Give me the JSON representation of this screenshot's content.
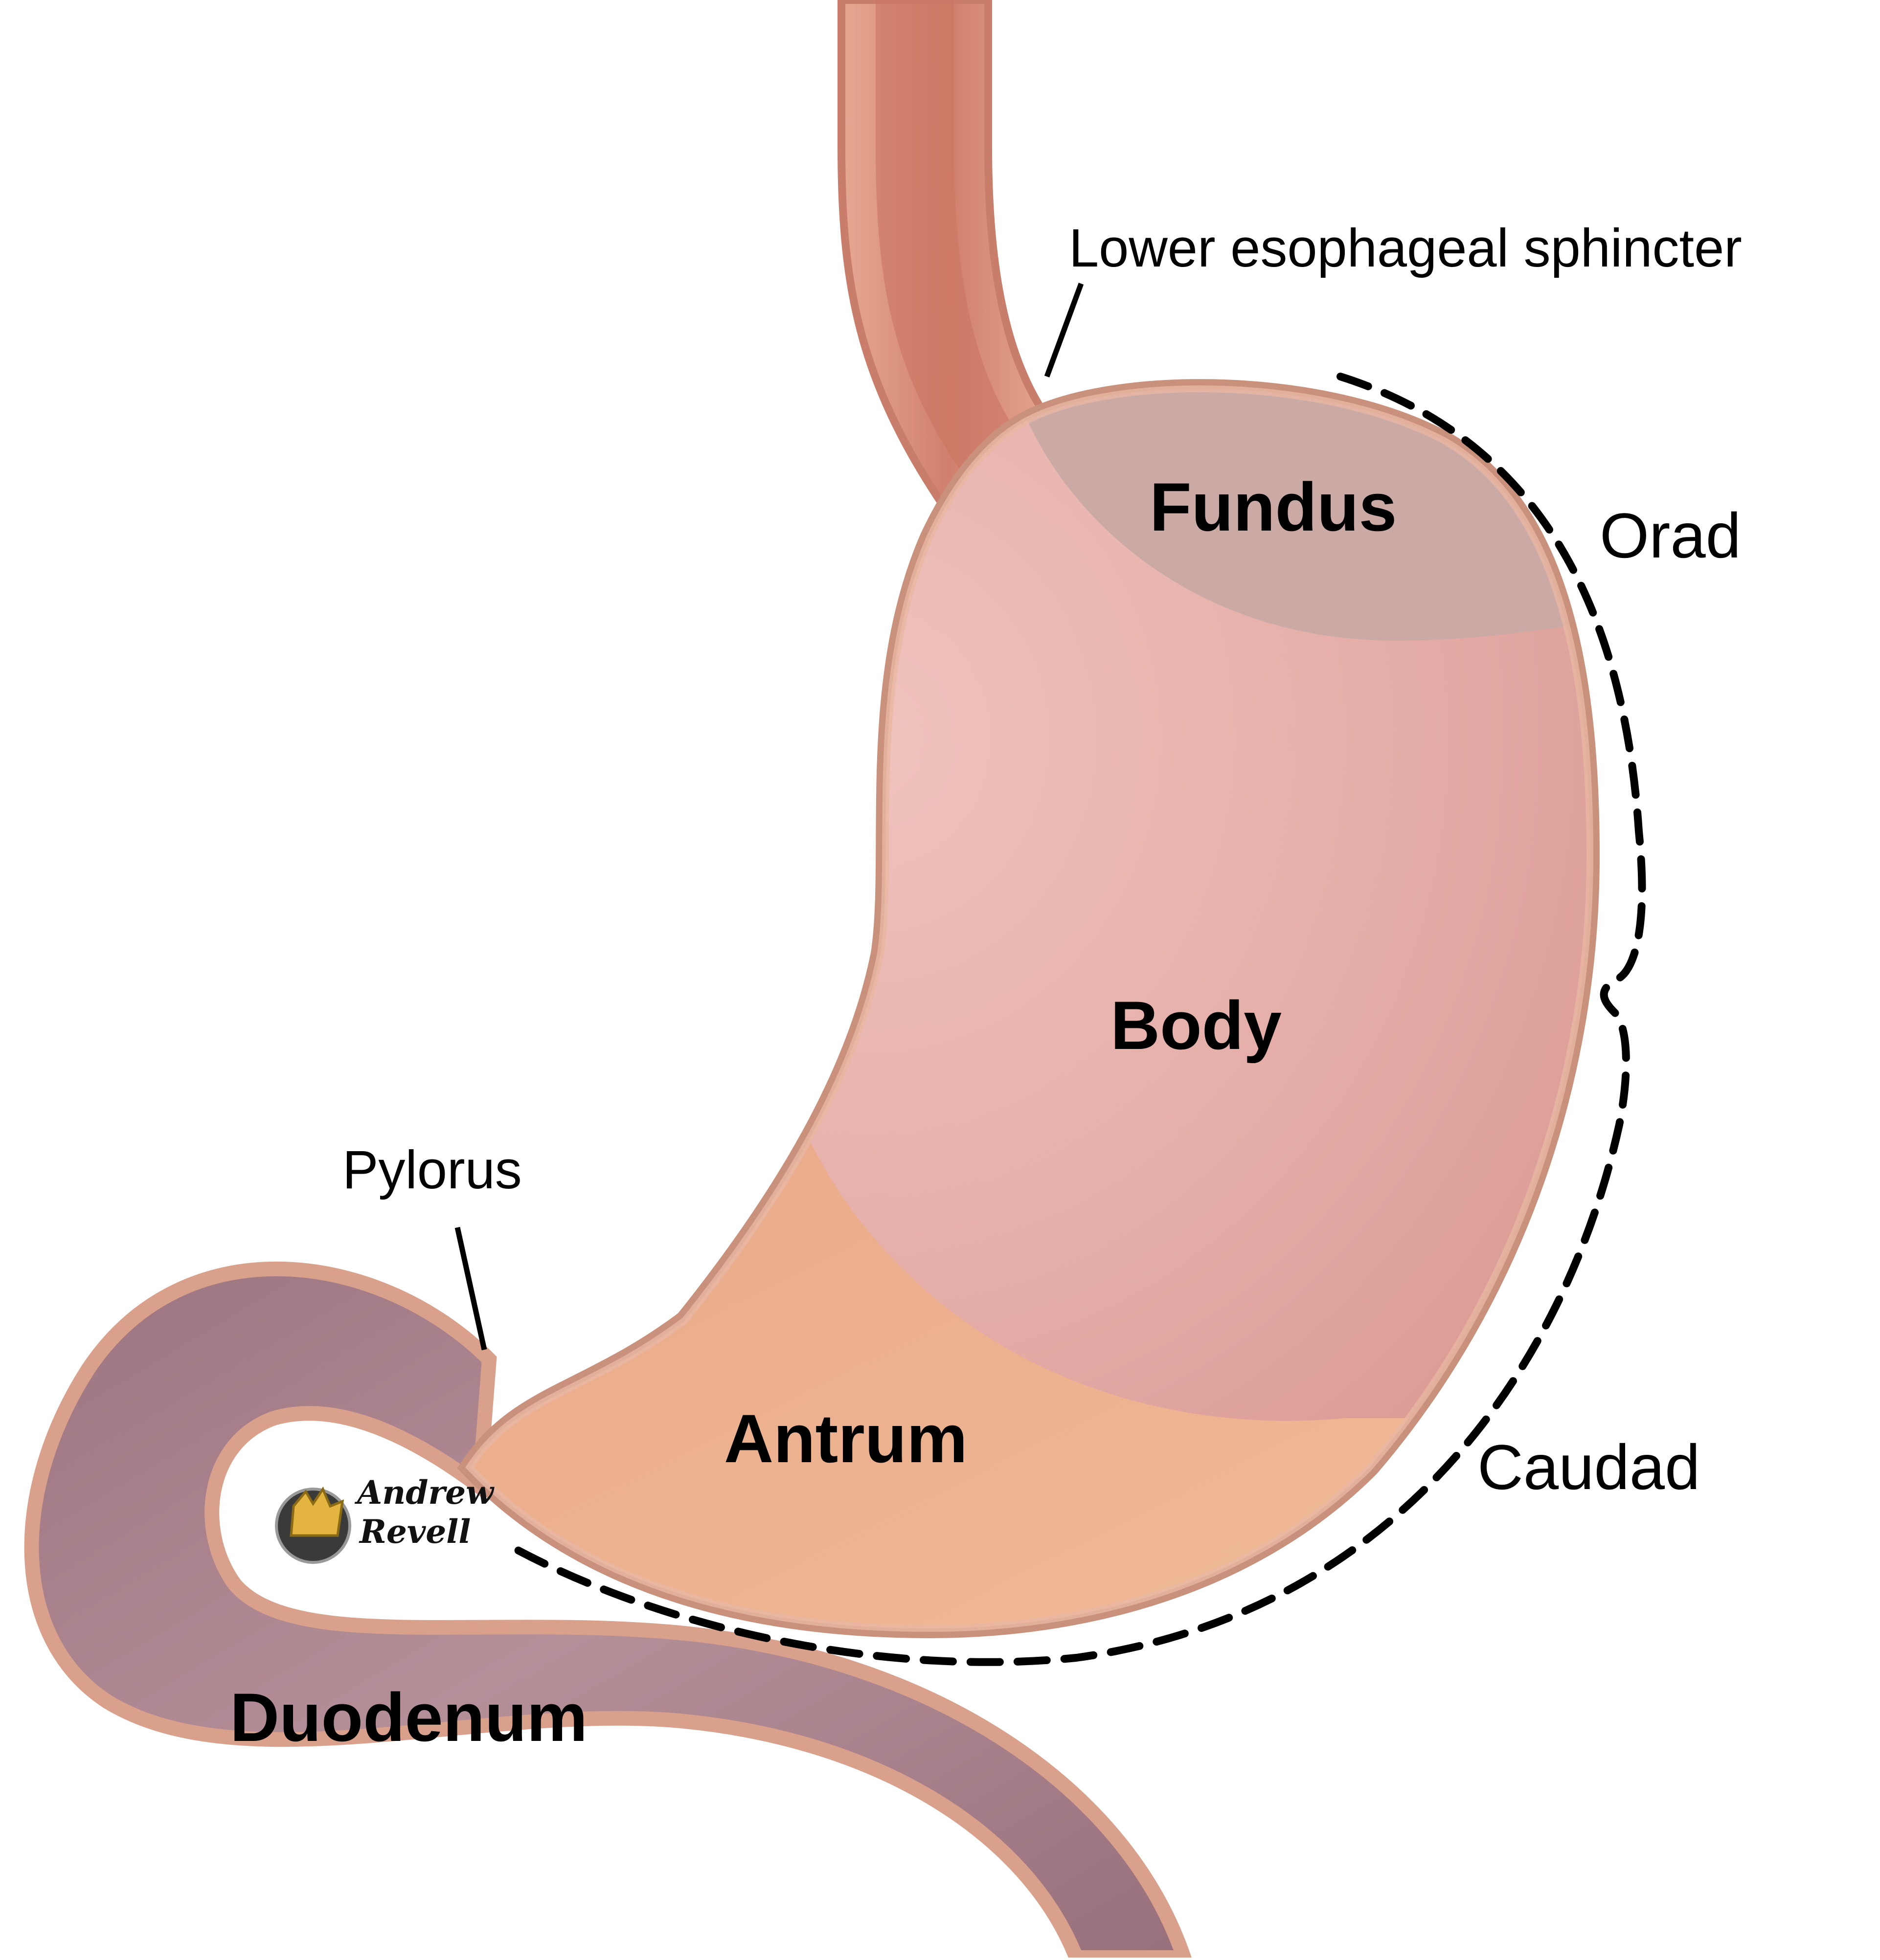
{
  "labels": {
    "fundus": "Fundus",
    "body": "Body",
    "antrum": "Antrum",
    "duodenum": "Duodenum",
    "lower_esophageal_sphincter": "Lower esophageal sphincter",
    "pylorus": "Pylorus",
    "orad": "Orad",
    "caudad": "Caudad"
  },
  "logo": {
    "line1": "Andrew",
    "line2": "Revell"
  },
  "colors": {
    "wall": "#d9a08c",
    "esophagus": "#d98e7a",
    "fundus": "#c9aaa5",
    "body": "#e4aaa6",
    "antrum": "#ecb48e",
    "duodenum": "#a88089",
    "outline": "#000000"
  }
}
